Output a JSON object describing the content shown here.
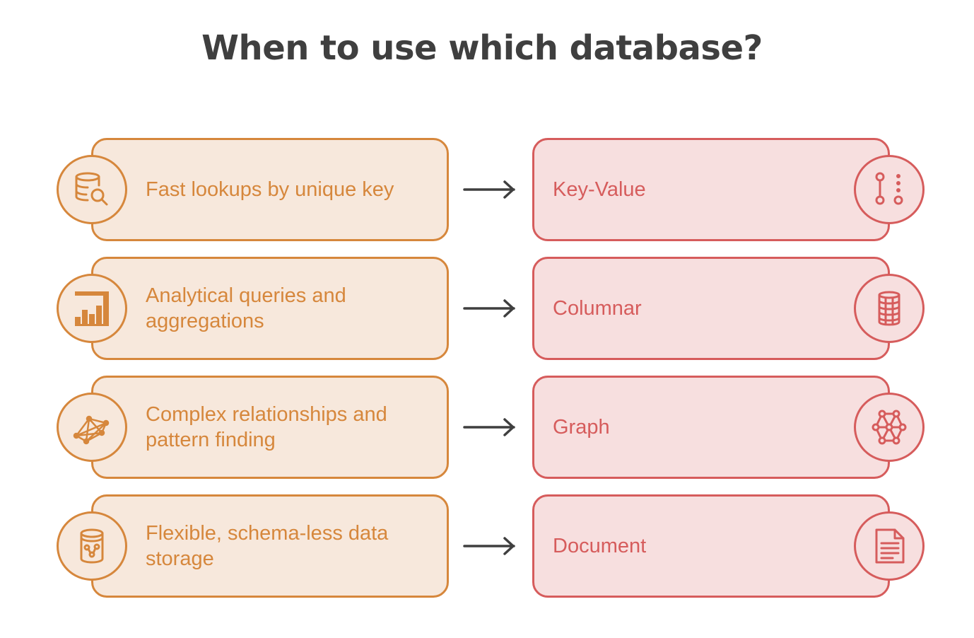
{
  "title": "When to use which database?",
  "colors": {
    "title": "#3f3f3f",
    "use_case_fill": "#f7e8dc",
    "use_case_stroke": "#d6873c",
    "database_fill": "#f7dfdf",
    "database_stroke": "#d65c5c",
    "arrow": "#3f3f3f"
  },
  "rows": [
    {
      "use_case": "Fast lookups by unique key",
      "use_case_icon": "database-search-icon",
      "database": "Key-Value",
      "database_icon": "key-value-icon"
    },
    {
      "use_case": "Analytical queries and aggregations",
      "use_case_icon": "bar-chart-icon",
      "database": "Columnar",
      "database_icon": "columnar-cylinder-icon"
    },
    {
      "use_case": "Complex relationships and pattern finding",
      "use_case_icon": "network-icon",
      "database": "Graph",
      "database_icon": "graph-nodes-icon"
    },
    {
      "use_case": "Flexible, schema-less data storage",
      "use_case_icon": "database-node-icon",
      "database": "Document",
      "database_icon": "document-icon"
    }
  ]
}
